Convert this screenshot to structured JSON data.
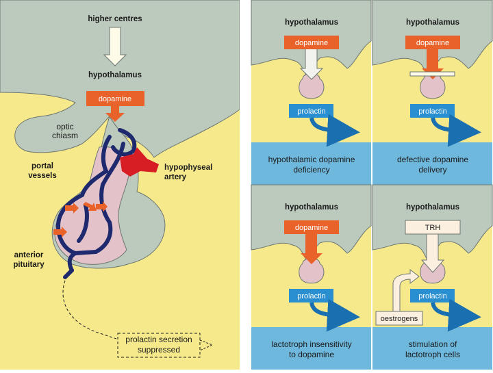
{
  "left_panel": {
    "higher_centres": "higher centres",
    "hypothalamus": "hypothalamus",
    "dopamine": "dopamine",
    "optic_chiasm": [
      "optic",
      "chiasm"
    ],
    "portal_vessels": [
      "portal",
      "vessels"
    ],
    "hypophyseal_artery": [
      "hypophyseal",
      "artery"
    ],
    "anterior_pituitary": [
      "anterior",
      "pituitary"
    ],
    "prolactin_secretion": [
      "prolactin secretion",
      "suppressed"
    ]
  },
  "panels": [
    {
      "top": "hypothalamus",
      "box": "dopamine",
      "bottom": "prolactin",
      "caption": [
        "hypothalamic dopamine",
        "deficiency"
      ]
    },
    {
      "top": "hypothalamus",
      "box": "dopamine",
      "bottom": "prolactin",
      "caption": [
        "defective dopamine",
        "delivery"
      ]
    },
    {
      "top": "hypothalamus",
      "box": "dopamine",
      "bottom": "prolactin",
      "caption": [
        "lactotroph insensitivity",
        "to dopamine"
      ]
    },
    {
      "top": "hypothalamus",
      "box": "TRH",
      "bottom": "prolactin",
      "extra": "oestrogens",
      "caption": [
        "stimulation of",
        "lactotroph cells"
      ]
    }
  ],
  "colors": {
    "yellow": "#f6e98c",
    "grey_green": "#bcc9bd",
    "orange": "#e8622a",
    "blue_box": "#2a8fd0",
    "caption_blue": "#6fb8dd",
    "vessel_navy": "#1f2a6e",
    "pink": "#e3c3c9",
    "artery_red": "#d61e24"
  }
}
